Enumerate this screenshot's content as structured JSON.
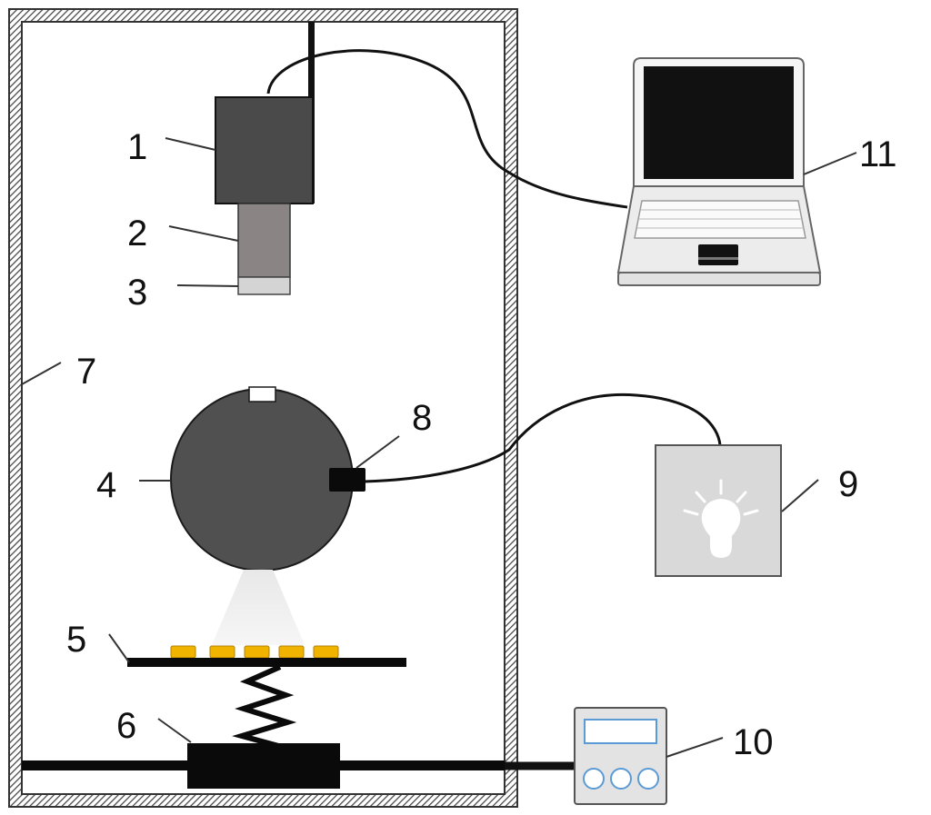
{
  "labels": {
    "camera": "1",
    "lens": "2",
    "filter": "3",
    "integrating_sphere": "4",
    "sample_stage": "5",
    "translation_stage": "6",
    "enclosure": "7",
    "fiber_port": "8",
    "light_source": "9",
    "controller": "10",
    "laptop": "11"
  },
  "colors": {
    "camera_body": "#4a4a4a",
    "lens": "#8a8584",
    "filter": "#d4d4d4",
    "sphere": "#505050",
    "samples": "#f0b400",
    "light_box": "#d9d9d9",
    "controller_accent": "#5b9bd5",
    "enclosure_hatch": "#444444"
  },
  "icons": {
    "light_source": "light-bulb-icon",
    "laptop": "laptop-icon"
  }
}
